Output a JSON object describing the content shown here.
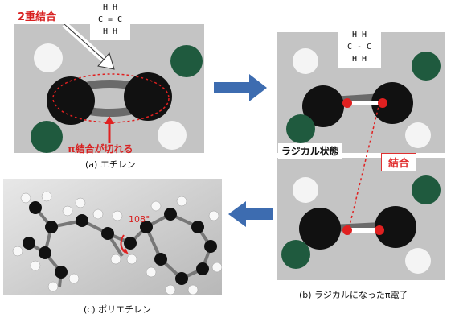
{
  "panel_a": {
    "double_bond_label": "2重結合",
    "pi_break_label": "π結合が切れる",
    "caption": "(a) エチレン",
    "formula": {
      "top": "H  H",
      "mid": "C = C",
      "bot": "H  H"
    }
  },
  "panel_b": {
    "state_label": "ラジカル状態",
    "bond_label": "結合",
    "caption": "(b) ラジカルになったπ電子",
    "formula": {
      "top": "H  H",
      "mid": "C - C",
      "bot": "H  H"
    }
  },
  "panel_c": {
    "angle_label": "108°",
    "caption": "(c) ポリエチレン"
  },
  "colors": {
    "arrow_blue": "#3d6cb0",
    "red": "#e02020",
    "atom_black": "#111111",
    "atom_green": "#1f5a3e",
    "atom_white": "#f4f4f4"
  }
}
